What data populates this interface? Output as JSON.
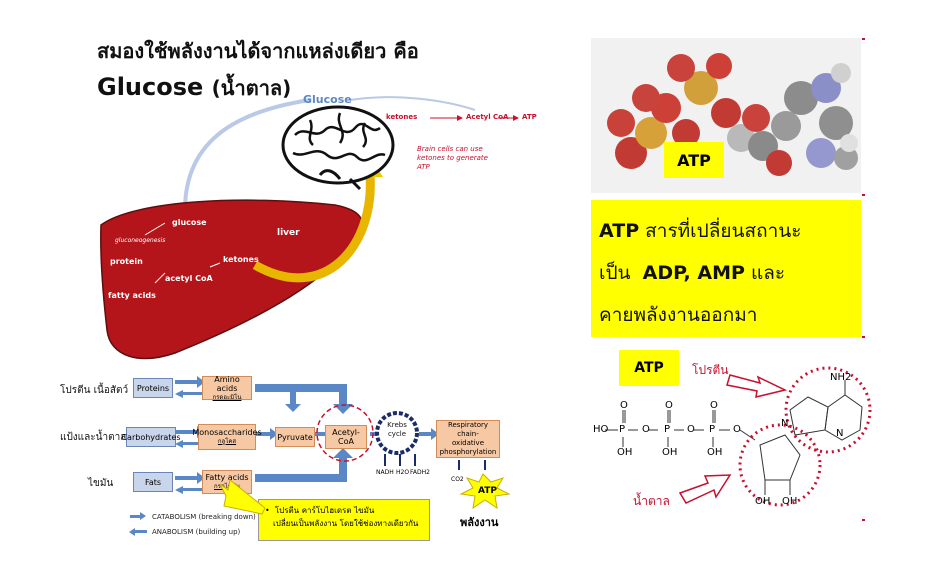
{
  "top_left": {
    "title_line1": "สมองใช้พลังงานได้จากแหล่งเดียว คือ",
    "title_line2_main": "Glucose",
    "title_line2_paren": "(น้ำตาล)"
  },
  "liver_diagram": {
    "glucose_top": "Glucose",
    "ketones_path": "ketones",
    "acetyl_coa_path": "Acetyl CoA",
    "atp_path": "ATP",
    "note_line1": "Brain cells can use",
    "note_line2": "ketones to generate",
    "note_line3": "ATP",
    "liver": "liver",
    "glucose_liver": "glucose",
    "gluconeogenesis": "gluconeogenesis",
    "protein": "protein",
    "ketones_liver": "ketones",
    "acetyl_coa_liver": "acetyl CoA",
    "fatty_acids": "fatty acids"
  },
  "metabolism": {
    "row_labels": [
      "โปรตีน เนื้อสัตว์",
      "แป้งและน้ำตาล",
      "ไขมัน"
    ],
    "proteins": "Proteins",
    "carbohydrates": "Carbohydrates",
    "fats": "Fats",
    "amino_acids": "Amino acids",
    "amino_acids_th": "กรดอะมิโน",
    "monosaccharides": "Monosaccharides",
    "monosaccharides_th": "กลูโคส",
    "fatty_acids": "Fatty acids",
    "fatty_acids_th": "กรดไขมัน",
    "pyruvate": "Pyruvate",
    "acetyl_coa": "Acetyl-CoA",
    "krebs1": "Krebs",
    "krebs2": "cycle",
    "resp1": "Respiratory chain-",
    "resp2": "oxidative",
    "resp3": "phosphorylation",
    "nadh": "NADH",
    "h2o": "H2O",
    "fadh2": "FADH2",
    "co2": "CO2",
    "atp": "ATP",
    "energy": "พลังงาน",
    "legend_catabolism": "CATABOLISM (breaking down)",
    "legend_anabolism": "ANABOLISM (building up)",
    "note_line1": "โปรตีน คาร์โบไฮเดรต ไขมัน",
    "note_line2": "เปลี่ยนเป็นพลังงาน โดยใช้ช่องทางเดียวกัน"
  },
  "right": {
    "atp_model_label": "ATP",
    "atp_bold": "ATP",
    "desc_line1": "สารที่เปลี่ยนสถานะ",
    "desc_line2a": "เป็น",
    "desc_line2b": "ADP, AMP",
    "desc_line2c": "และ",
    "desc_line3": "คายพลังงานออกมา",
    "struct_atp_label": "ATP",
    "protein_label": "โปรตีน",
    "sugar_label": "น้ำตาล",
    "ho": "HO",
    "p": "P",
    "o": "O",
    "oh": "OH",
    "n": "N",
    "nh2": "NH2"
  }
}
